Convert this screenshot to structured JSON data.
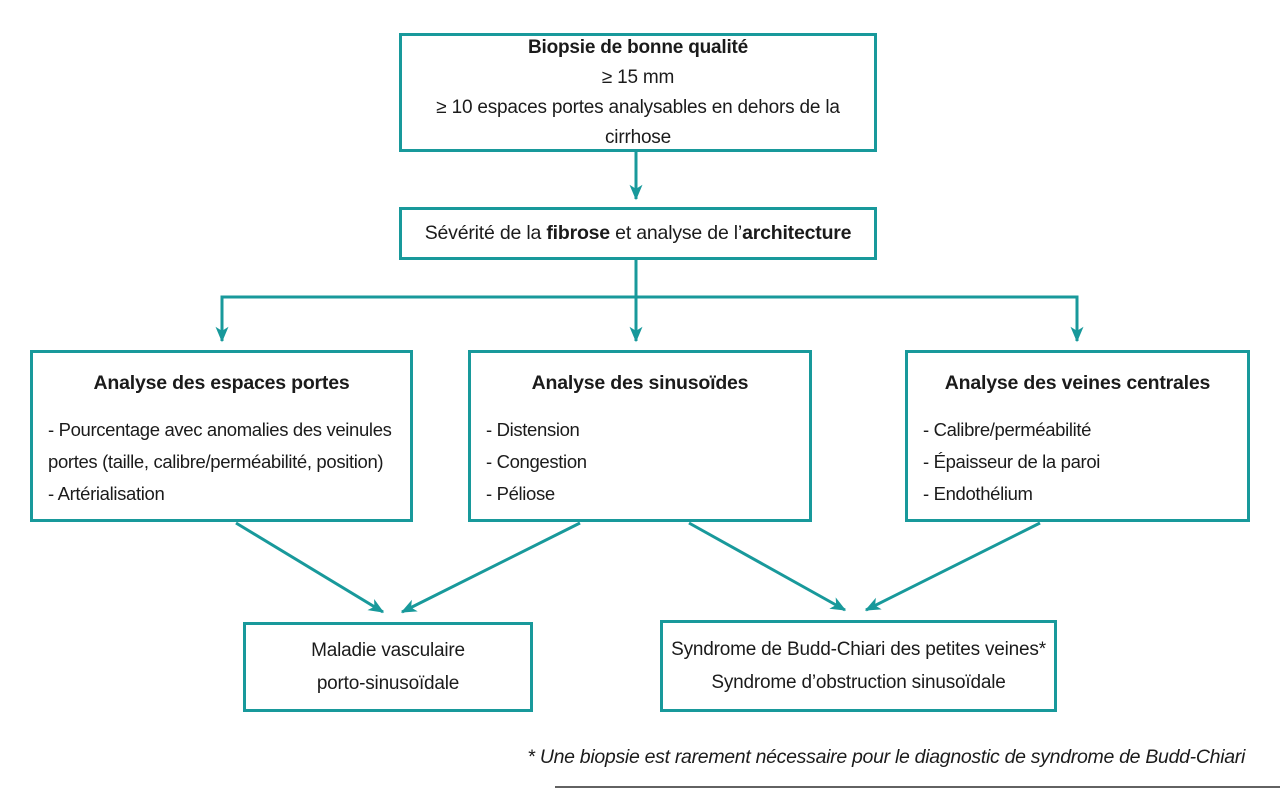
{
  "colors": {
    "accent": "#18999b",
    "text": "#1b1b1b"
  },
  "boxes": {
    "biopsy": {
      "title": "Biopsie de bonne qualité",
      "line2": "≥ 15 mm",
      "line3": "≥ 10 espaces portes analysables en dehors de la cirrhose"
    },
    "severity": {
      "seg1": "Sévérité de la ",
      "seg2_bold": "fibrose",
      "seg3": " et analyse de l’",
      "seg4_bold": "architecture"
    },
    "portal": {
      "title": "Analyse des espaces portes",
      "items": [
        "- Pourcentage avec anomalies des veinules portes (taille, calibre/perméabilité, position)",
        "- Artérialisation"
      ]
    },
    "sinusoids": {
      "title": "Analyse des sinusoïdes",
      "items": [
        "- Distension",
        "- Congestion",
        "- Péliose"
      ]
    },
    "central_veins": {
      "title": "Analyse des veines centrales",
      "items": [
        "- Calibre/perméabilité",
        "- Épaisseur de la paroi",
        "- Endothélium"
      ]
    },
    "mvps": {
      "line1": "Maladie vasculaire",
      "line2": "porto-sinusoïdale"
    },
    "budd_chiari": {
      "line1": "Syndrome de Budd-Chiari des petites veines*",
      "line2": "Syndrome d’obstruction sinusoïdale"
    }
  },
  "footnote": "* Une biopsie est rarement nécessaire pour le diagnostic de syndrome de Budd-Chiari"
}
